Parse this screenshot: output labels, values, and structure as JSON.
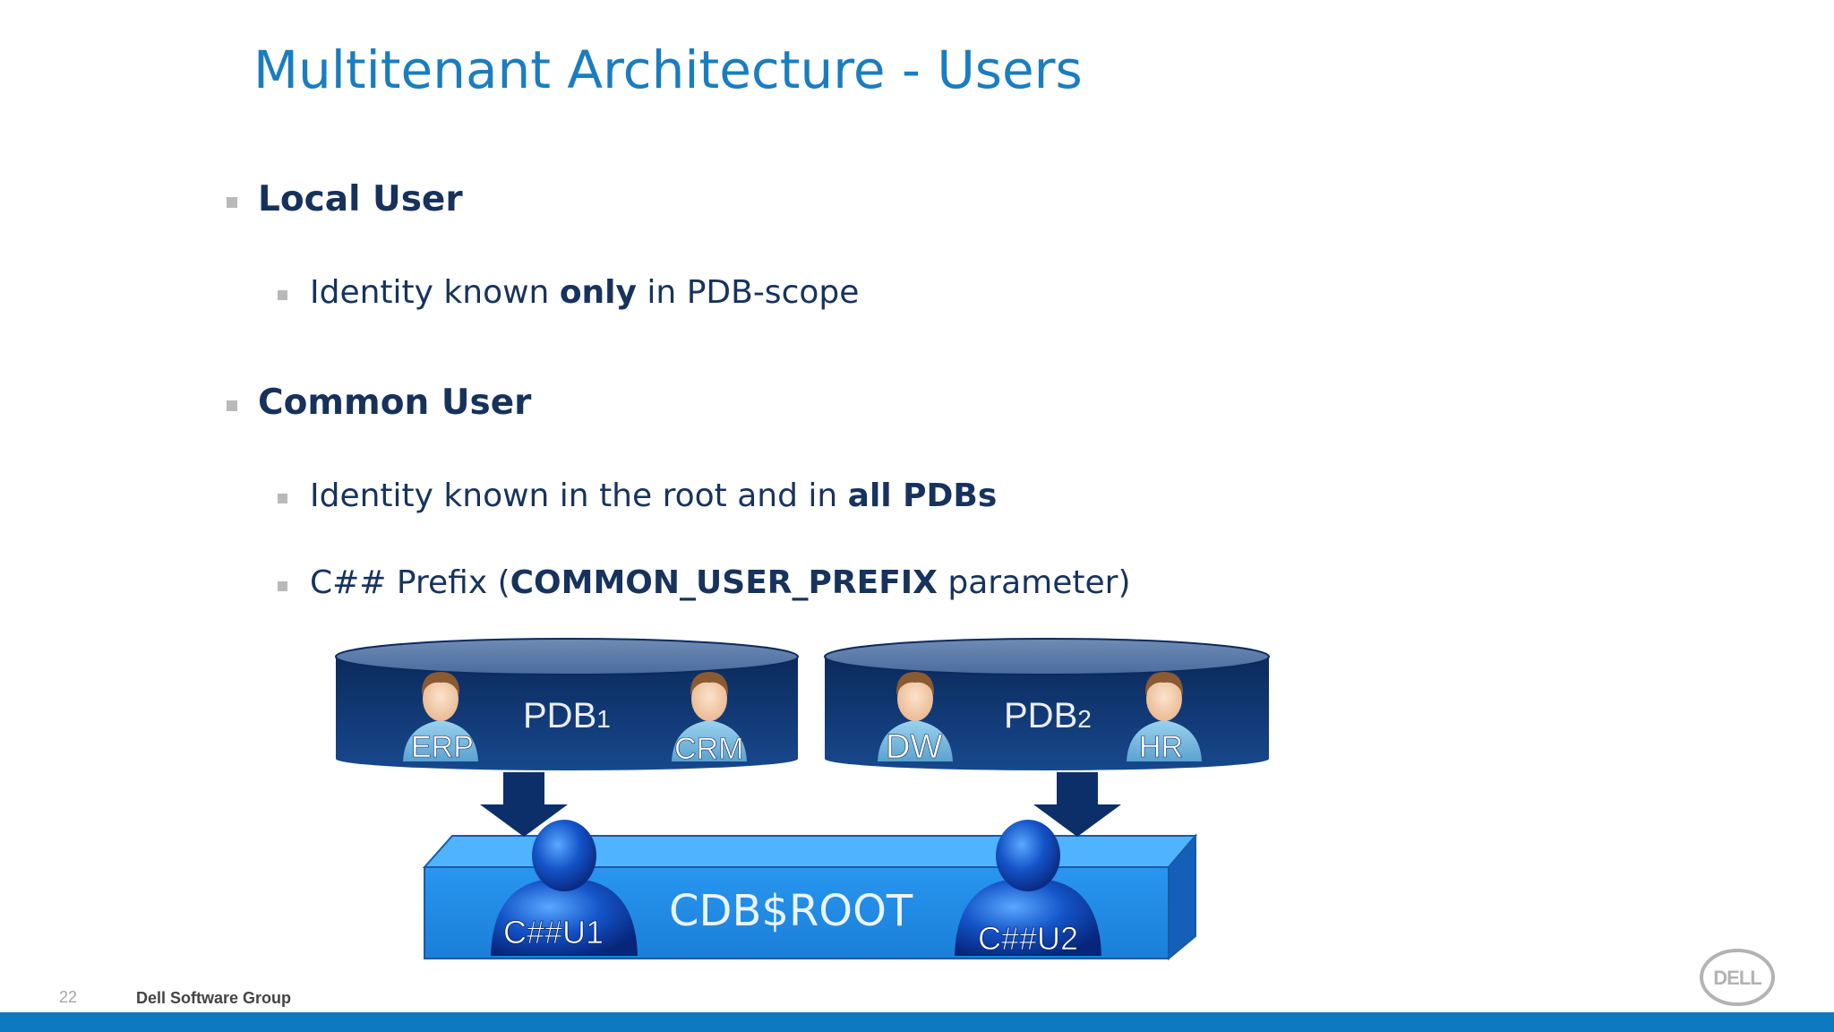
{
  "slide": {
    "title": "Multitenant Architecture - Users",
    "bullets": [
      {
        "level": 1,
        "text": "Local User"
      },
      {
        "level": 2,
        "parts": [
          "Identity known ",
          "only",
          " in PDB-scope"
        ]
      },
      {
        "level": 1,
        "text": "Common User"
      },
      {
        "level": 2,
        "parts": [
          "Identity known in the root and in ",
          "all PDBs"
        ]
      },
      {
        "level": 2,
        "parts": [
          "C## Prefix (",
          "COMMON_USER_PREFIX",
          " parameter)"
        ]
      }
    ]
  },
  "diagram": {
    "pdb1": {
      "name": "PDB",
      "sub": "1",
      "users": [
        "ERP",
        "CRM"
      ]
    },
    "pdb2": {
      "name": "PDB",
      "sub": "2",
      "users": [
        "DW",
        "HR"
      ]
    },
    "root": {
      "name": "CDB$ROOT",
      "users": [
        "C##U1",
        "C##U2"
      ]
    }
  },
  "footer": {
    "page_number": "22",
    "company": "Dell Software Group",
    "logo_text": "DELL"
  },
  "colors": {
    "title": "#1a7dc0",
    "text": "#16325c",
    "pdb_fill": "#0f2e63",
    "root_fill": "#1e8fe8",
    "bottom_bar": "#0d79c0"
  }
}
